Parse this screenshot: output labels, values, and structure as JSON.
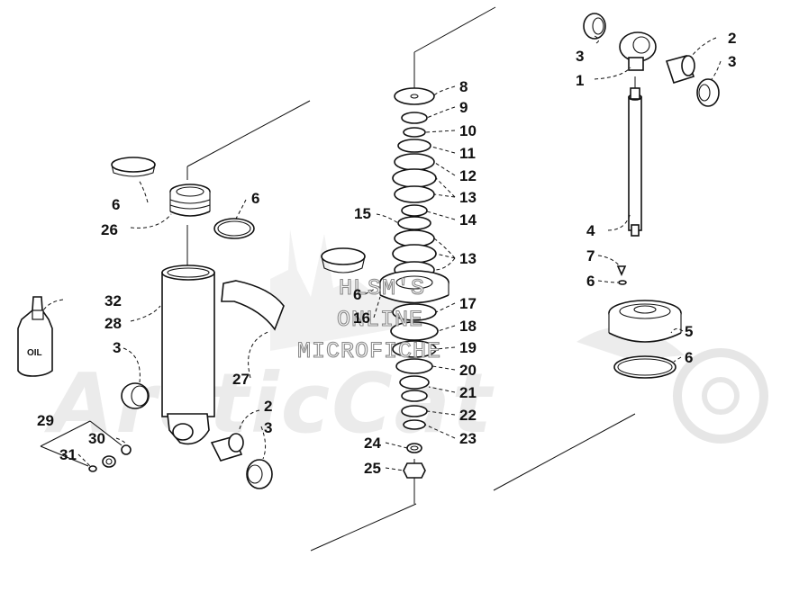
{
  "watermark": {
    "brand": "ArcticCat",
    "lines": [
      "HLSM'S",
      "ONLINE",
      "MICROFICHE"
    ]
  },
  "labels": {
    "l1": "1",
    "l2a": "2",
    "l2b": "2",
    "l3a": "3",
    "l3b": "3",
    "l3c": "3",
    "l3d": "3",
    "l4": "4",
    "l5": "5",
    "l6a": "6",
    "l6b": "6",
    "l6c": "6",
    "l6d": "6",
    "l6e": "6",
    "l7": "7",
    "l8": "8",
    "l9": "9",
    "l10": "10",
    "l11": "11",
    "l12": "12",
    "l13a": "13",
    "l13b": "13",
    "l14": "14",
    "l15": "15",
    "l16": "16",
    "l17": "17",
    "l18": "18",
    "l19": "19",
    "l20": "20",
    "l21": "21",
    "l22": "22",
    "l23": "23",
    "l24": "24",
    "l25": "25",
    "l26": "26",
    "l27": "27",
    "l28": "28",
    "l29": "29",
    "l30": "30",
    "l31": "31",
    "l32": "32"
  },
  "oil_bottle_text": "OIL"
}
